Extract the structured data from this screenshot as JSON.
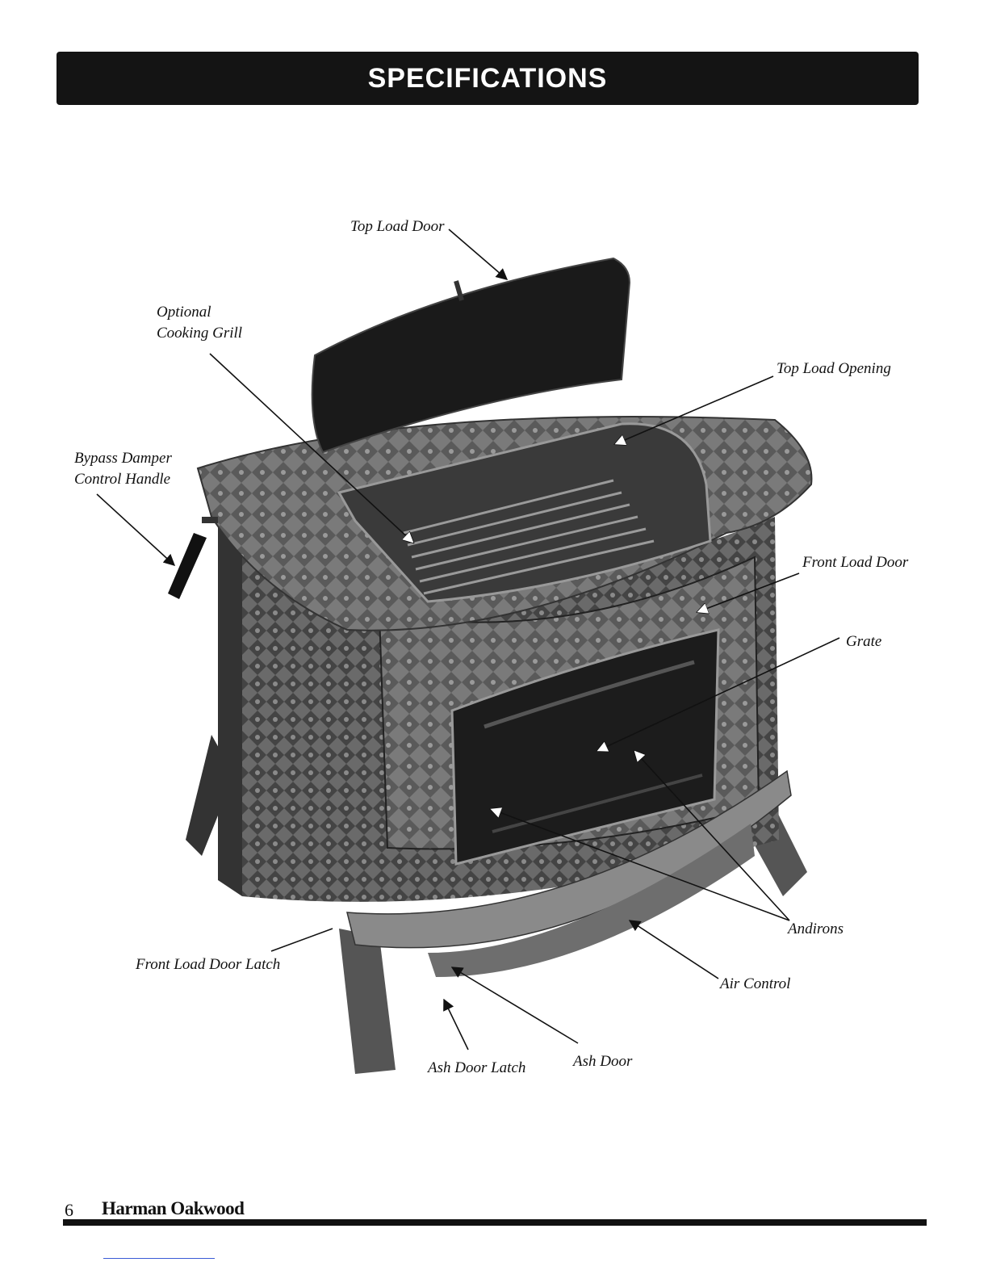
{
  "header": {
    "title": "SPECIFICATIONS"
  },
  "labels": {
    "top_load_door": "Top Load Door",
    "optional_cooking_grill": [
      "Optional",
      "Cooking Grill"
    ],
    "top_load_opening": "Top Load Opening",
    "bypass_damper": [
      "Bypass Damper",
      "Control Handle"
    ],
    "front_load_door": "Front Load Door",
    "grate": "Grate",
    "andirons": "Andirons",
    "front_load_door_latch": "Front Load Door Latch",
    "air_control": "Air Control",
    "ash_door_latch": "Ash Door Latch",
    "ash_door": "Ash Door"
  },
  "footer": {
    "page_number": "6",
    "title": "Harman Oakwood"
  },
  "colors": {
    "banner": "#141414",
    "stove_body": "#5a5a5a",
    "stove_dark": "#2a2a2a"
  }
}
